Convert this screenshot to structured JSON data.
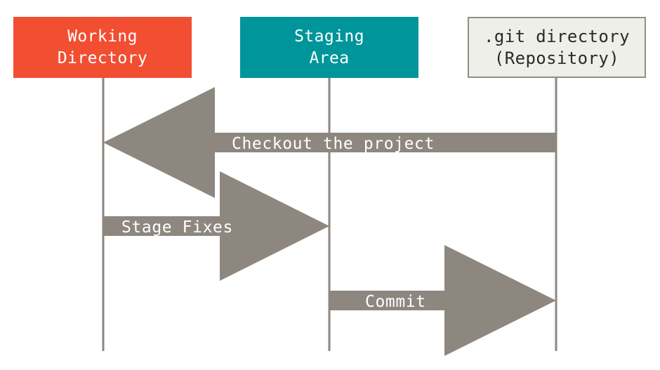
{
  "boxes": {
    "working": {
      "line1": "Working",
      "line2": "Directory",
      "color": "#f14e32"
    },
    "staging": {
      "line1": "Staging",
      "line2": "Area",
      "color": "#00959a"
    },
    "repo": {
      "line1": ".git directory",
      "line2": "(Repository)",
      "color": "#efefe9"
    }
  },
  "arrows": {
    "checkout": "Checkout the project",
    "stage": "Stage Fixes",
    "commit": "Commit"
  },
  "colors": {
    "arrow": "#8d8780",
    "lifeline": "#8d8780"
  }
}
